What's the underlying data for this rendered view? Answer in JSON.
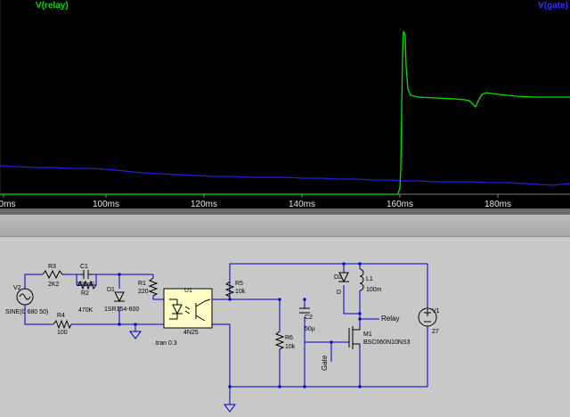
{
  "waveform": {
    "traces": {
      "relay": {
        "label": "V(relay)",
        "color": "#00e000"
      },
      "gate": {
        "label": "V(gate)",
        "color": "#3030ff"
      }
    },
    "time_axis": {
      "ticks": [
        "0ms",
        "100ms",
        "120ms",
        "140ms",
        "160ms",
        "180ms"
      ]
    },
    "background": "#000000"
  },
  "schematic": {
    "background": "#c8c8c8",
    "components": {
      "v2": {
        "name": "V2",
        "value": "SINE(0 680 50)"
      },
      "r3": {
        "name": "R3",
        "value": "2K2"
      },
      "c1": {
        "name": "C1",
        "value": "100nF"
      },
      "r2": {
        "name": "R2",
        "value": "470K"
      },
      "d1": {
        "name": "D1",
        "value": "1SR154-600"
      },
      "r4": {
        "name": "R4",
        "value": "100"
      },
      "r1": {
        "name": "R1",
        "value": "220"
      },
      "u1": {
        "name": "U1",
        "value": "4N25"
      },
      "r5": {
        "name": "R5",
        "value": "10k"
      },
      "r6": {
        "name": "R6",
        "value": "10k"
      },
      "c2": {
        "name": "C2",
        "value": "50µ"
      },
      "d2": {
        "name": "D2",
        "value": "D"
      },
      "l1": {
        "name": "L1",
        "value": "100m"
      },
      "m1": {
        "name": "M1",
        "value": "BSC060N10NS3"
      },
      "v1": {
        "name": "V1",
        "value": "27"
      }
    },
    "net_labels": {
      "relay": "Relay",
      "gate": "Gate"
    },
    "directive": ".tran 0.3",
    "colors": {
      "wire": "#0000c8",
      "component": "#000000",
      "opto_fill": "#ffffc8"
    }
  }
}
